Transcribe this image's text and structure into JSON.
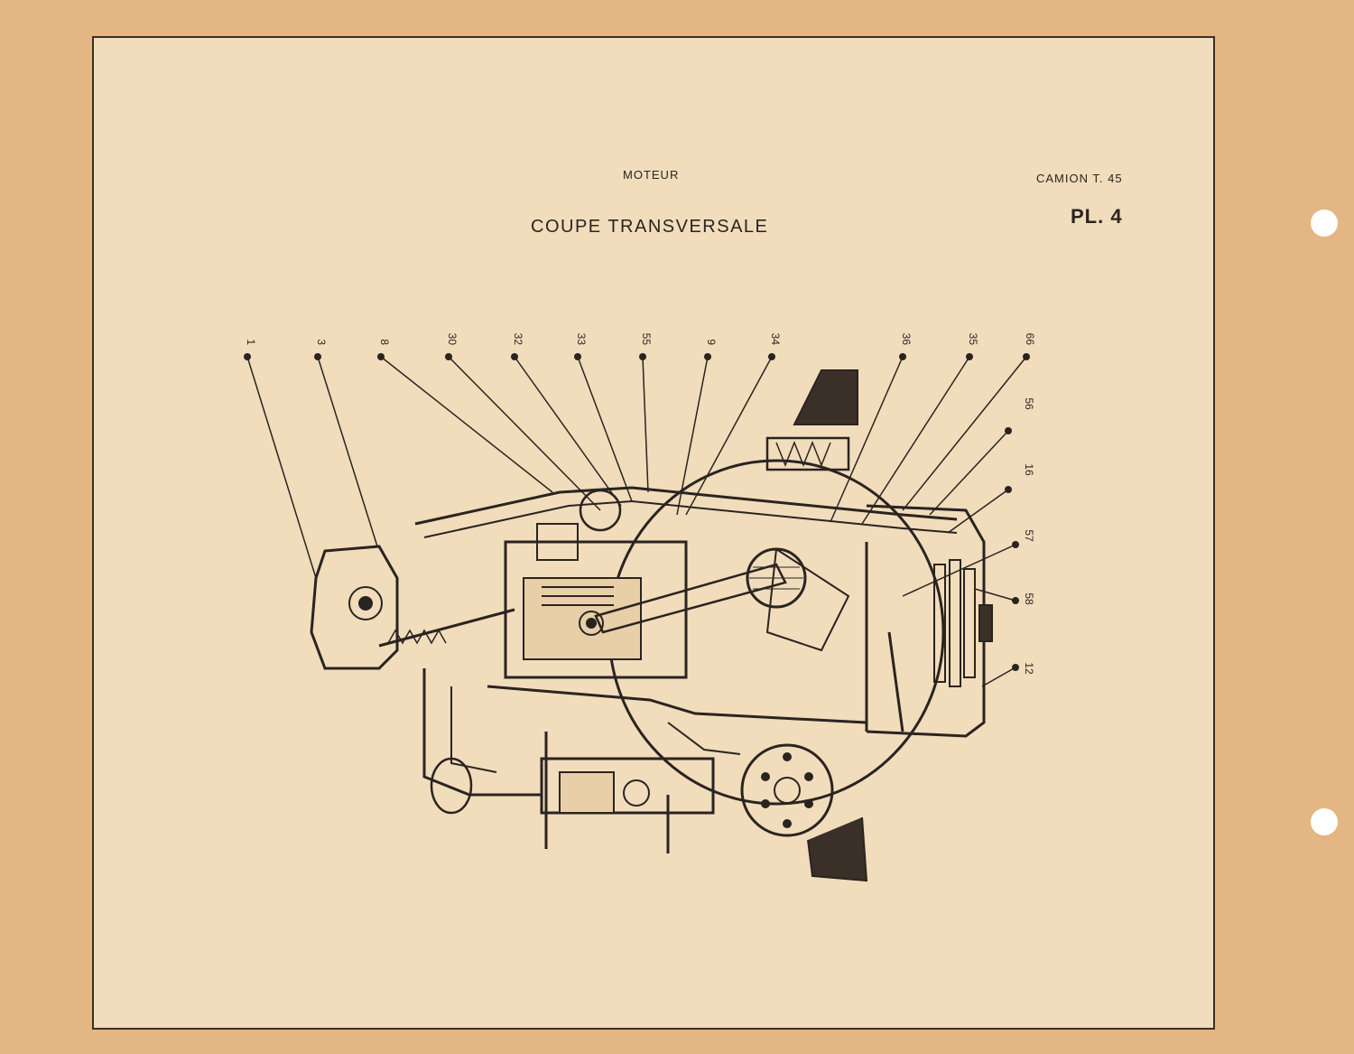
{
  "header": {
    "section": "MOTEUR",
    "vehicle": "CAMION T. 45",
    "title": "COUPE TRANSVERSALE",
    "plate": "PL. 4"
  },
  "callouts": {
    "top": [
      "1",
      "3",
      "8",
      "30",
      "32",
      "33",
      "55",
      "9",
      "34",
      "36",
      "35",
      "66"
    ],
    "right": [
      "56",
      "16",
      "57",
      "58",
      "12"
    ]
  }
}
